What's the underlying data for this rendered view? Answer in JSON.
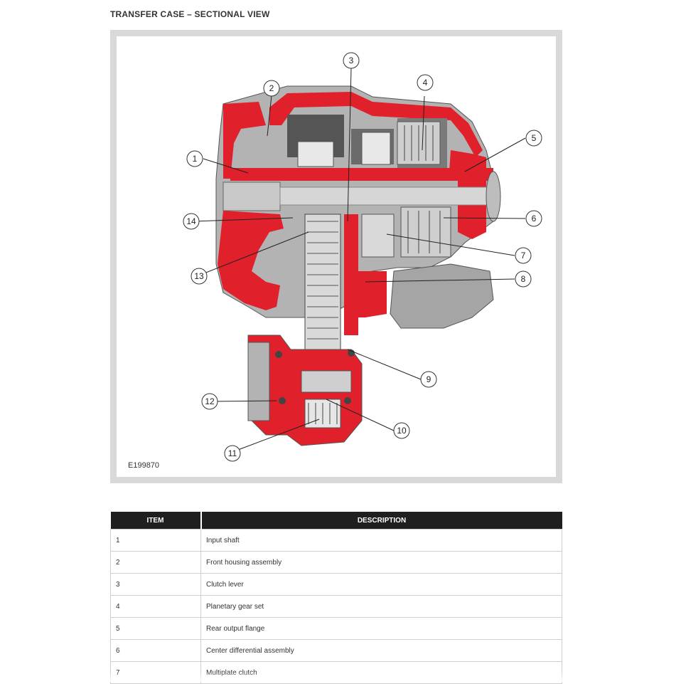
{
  "page": {
    "heading": "TRANSFER CASE – SECTIONAL VIEW"
  },
  "figure": {
    "id_label": "E199870",
    "callouts": [
      "1",
      "2",
      "3",
      "4",
      "5",
      "6",
      "7",
      "8",
      "9",
      "10",
      "11",
      "12",
      "13",
      "14"
    ]
  },
  "table": {
    "headers": {
      "item": "ITEM",
      "description": "DESCRIPTION"
    },
    "rows": [
      {
        "item": "1",
        "description": "Input shaft"
      },
      {
        "item": "2",
        "description": "Front housing assembly"
      },
      {
        "item": "3",
        "description": "Clutch lever"
      },
      {
        "item": "4",
        "description": "Planetary gear set"
      },
      {
        "item": "5",
        "description": "Rear output flange"
      },
      {
        "item": "6",
        "description": "Center differential assembly"
      },
      {
        "item": "7",
        "description": "Multiplate clutch"
      }
    ]
  },
  "colors": {
    "housing_red": "#e0202a",
    "metal_gray": "#a9a9a9",
    "dark_gray": "#4a4a4a",
    "table_header": "#1f1f1f",
    "frame_gray": "#d9d9d9"
  }
}
